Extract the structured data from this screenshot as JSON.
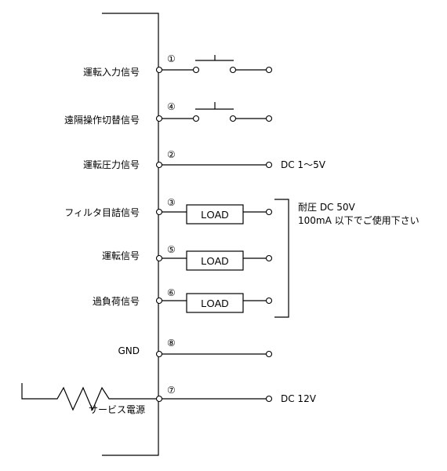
{
  "signals": [
    {
      "pin": "①",
      "label": "運転入力信号",
      "kind": "switch",
      "end": ""
    },
    {
      "pin": "④",
      "label": "遠隔操作切替信号",
      "kind": "switch",
      "end": ""
    },
    {
      "pin": "②",
      "label": "運転圧力信号",
      "kind": "line",
      "end": "DC  1～5V"
    },
    {
      "pin": "③",
      "label": "フィルタ目詰信号",
      "kind": "load",
      "load": "LOAD",
      "end": ""
    },
    {
      "pin": "⑤",
      "label": "運転信号",
      "kind": "load",
      "load": "LOAD",
      "end": ""
    },
    {
      "pin": "⑥",
      "label": "過負荷信号",
      "kind": "load",
      "load": "LOAD",
      "end": ""
    },
    {
      "pin": "⑧",
      "label": "GND",
      "kind": "line",
      "end": ""
    },
    {
      "pin": "⑦",
      "label": "サービス電源",
      "kind": "resistor",
      "end": "DC  12V"
    }
  ],
  "rating_note": {
    "line1": "耐圧  DC  50V",
    "line2": "100mA  以下でご使用下さい"
  }
}
